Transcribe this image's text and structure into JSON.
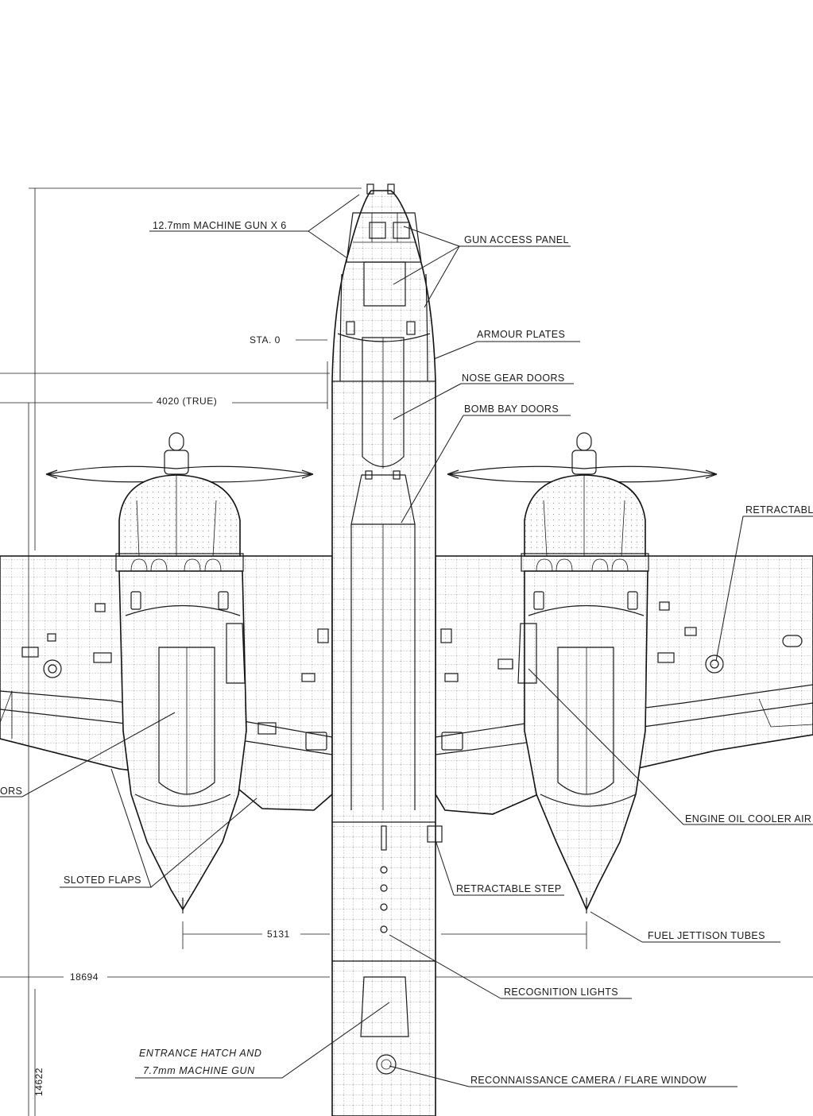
{
  "labels": {
    "machine_gun": "12.7mm MACHINE GUN X 6",
    "gun_access": "GUN ACCESS PANEL",
    "armour": "ARMOUR PLATES",
    "nose_gear": "NOSE GEAR DOORS",
    "bomb_bay": "BOMB BAY DOORS",
    "retractable_partial": "RETRACTABL",
    "engine_oil": "ENGINE OIL COOLER AIR",
    "doors_partial": "ORS",
    "sloted_flaps": "SLOTED FLAPS",
    "retractable_step": "RETRACTABLE STEP",
    "fuel_jettison": "FUEL JETTISON TUBES",
    "recognition": "RECOGNITION LIGHTS",
    "entrance_1": "ENTRANCE HATCH AND",
    "entrance_2": "7.7mm MACHINE GUN",
    "recon": "RECONNAISSANCE CAMERA / FLARE WINDOW"
  },
  "dimensions": {
    "sta": "STA. 0",
    "span_true": "4020 (TRUE)",
    "nacelle_spacing": "5131",
    "length": "18694",
    "vertical": "14622"
  }
}
